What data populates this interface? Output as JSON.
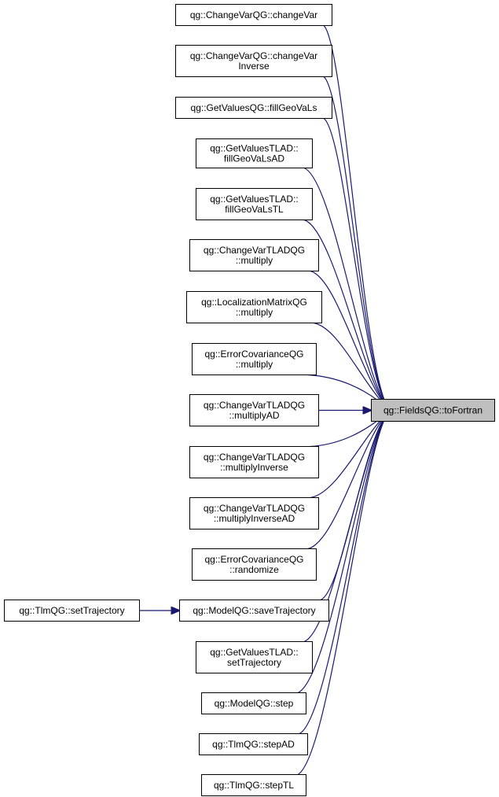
{
  "colors": {
    "edge": "#191970",
    "node_border": "#000000",
    "target_fill": "#bfbfbf",
    "node_fill": "#ffffff"
  },
  "target": {
    "lines": [
      "qg::FieldsQG::toFortran"
    ]
  },
  "callers": [
    {
      "id": "changeVar",
      "lines": [
        "qg::ChangeVarQG::changeVar"
      ]
    },
    {
      "id": "changeVarInverse",
      "lines": [
        "qg::ChangeVarQG::changeVar",
        "Inverse"
      ]
    },
    {
      "id": "fillGeoVaLs",
      "lines": [
        "qg::GetValuesQG::fillGeoVaLs"
      ]
    },
    {
      "id": "fillGeoVaLsAD",
      "lines": [
        "qg::GetValuesTLAD::",
        "fillGeoVaLsAD"
      ]
    },
    {
      "id": "fillGeoVaLsTL",
      "lines": [
        "qg::GetValuesTLAD::",
        "fillGeoVaLsTL"
      ]
    },
    {
      "id": "cvtlad-multiply",
      "lines": [
        "qg::ChangeVarTLADQG",
        "::multiply"
      ]
    },
    {
      "id": "locmat-multiply",
      "lines": [
        "qg::LocalizationMatrixQG",
        "::multiply"
      ]
    },
    {
      "id": "errcov-multiply",
      "lines": [
        "qg::ErrorCovarianceQG",
        "::multiply"
      ]
    },
    {
      "id": "multiplyAD",
      "lines": [
        "qg::ChangeVarTLADQG",
        "::multiplyAD"
      ]
    },
    {
      "id": "multiplyInverse",
      "lines": [
        "qg::ChangeVarTLADQG",
        "::multiplyInverse"
      ]
    },
    {
      "id": "multiplyInverseAD",
      "lines": [
        "qg::ChangeVarTLADQG",
        "::multiplyInverseAD"
      ]
    },
    {
      "id": "randomize",
      "lines": [
        "qg::ErrorCovarianceQG",
        "::randomize"
      ]
    },
    {
      "id": "saveTrajectory",
      "lines": [
        "qg::ModelQG::saveTrajectory"
      ]
    },
    {
      "id": "getvalues-setTrajectory",
      "lines": [
        "qg::GetValuesTLAD::",
        "setTrajectory"
      ]
    },
    {
      "id": "step",
      "lines": [
        "qg::ModelQG::step"
      ]
    },
    {
      "id": "stepAD",
      "lines": [
        "qg::TlmQG::stepAD"
      ]
    },
    {
      "id": "stepTL",
      "lines": [
        "qg::TlmQG::stepTL"
      ]
    }
  ],
  "second_level": [
    {
      "id": "tlm-setTrajectory",
      "lines": [
        "qg::TlmQG::setTrajectory"
      ],
      "calls": "saveTrajectory"
    }
  ]
}
